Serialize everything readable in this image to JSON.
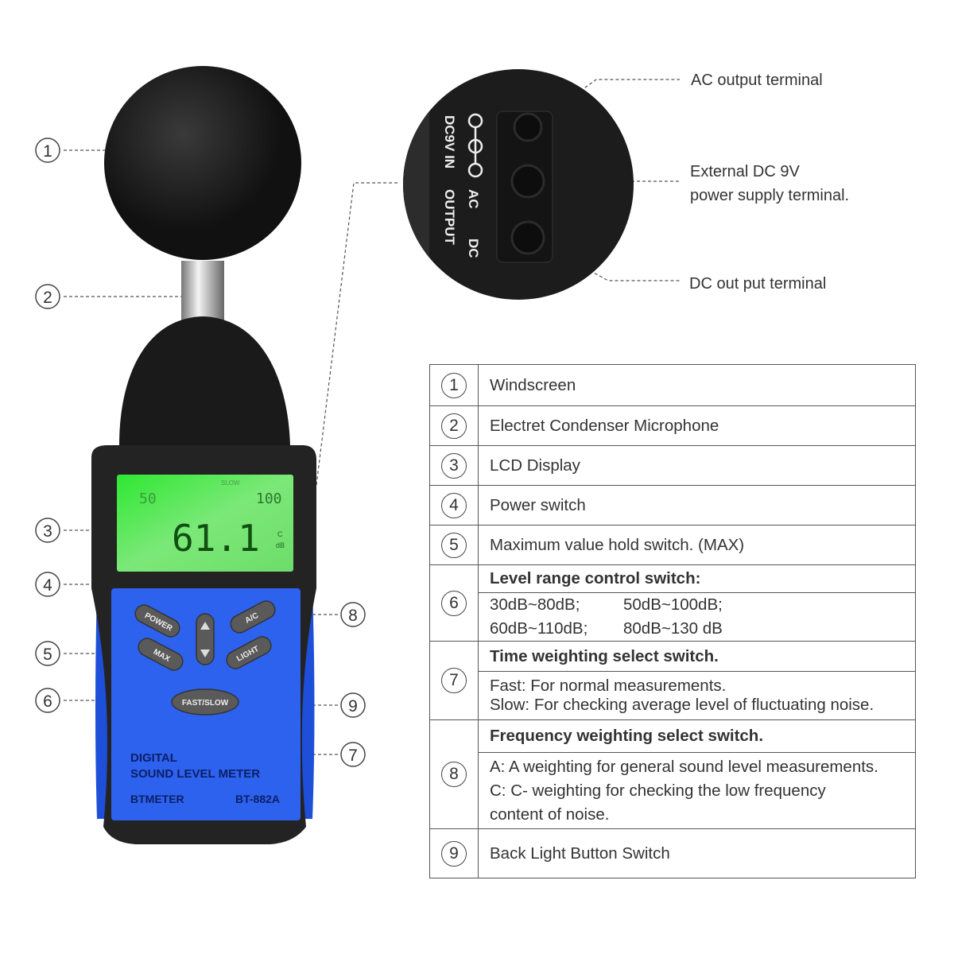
{
  "device": {
    "lcd_reading": "61.1",
    "lcd_left": "50",
    "lcd_right": "100",
    "lcd_mode": "SLOW",
    "lcd_weight": "C",
    "lcd_unit": "dB",
    "buttons": {
      "power": "POWER",
      "max": "MAX",
      "ac": "A/C",
      "light": "LIGHT",
      "fast_slow": "FAST/SLOW"
    },
    "title1": "DIGITAL",
    "title2": "SOUND LEVEL METER",
    "brand": "BTMETER",
    "model": "BT-882A"
  },
  "inset": {
    "port_labels": [
      "DC9V IN",
      "AC",
      "OUTPUT",
      "DC"
    ],
    "callouts": {
      "ac": "AC output terminal",
      "dc9v_1": "External DC 9V",
      "dc9v_2": "power supply terminal.",
      "dc_out": "DC out put terminal"
    }
  },
  "callout_numbers": {
    "n1": "1",
    "n2": "2",
    "n3": "3",
    "n4": "4",
    "n5": "5",
    "n6": "6",
    "n7": "7",
    "n8": "8",
    "n9": "9"
  },
  "table": {
    "r1": "Windscreen",
    "r2": "Electret Condenser Microphone",
    "r3": "LCD Display",
    "r4": "Power switch",
    "r5": "Maximum value hold switch. (MAX)",
    "r6_title": "Level range control switch:",
    "r6_a": "30dB~80dB;",
    "r6_b": "50dB~100dB;",
    "r6_c": "60dB~110dB;",
    "r6_d": "80dB~130 dB",
    "r7_title": "Time weighting select switch.",
    "r7_a": "Fast: For normal measurements.",
    "r7_b": "Slow: For checking average level of fluctuating noise.",
    "r8_title": "Frequency weighting select switch.",
    "r8_a": "A: A weighting for general sound level measurements.",
    "r8_b": "C: C- weighting for checking the low frequency",
    "r8_c": "content of noise.",
    "r9": "Back Light Button Switch"
  }
}
